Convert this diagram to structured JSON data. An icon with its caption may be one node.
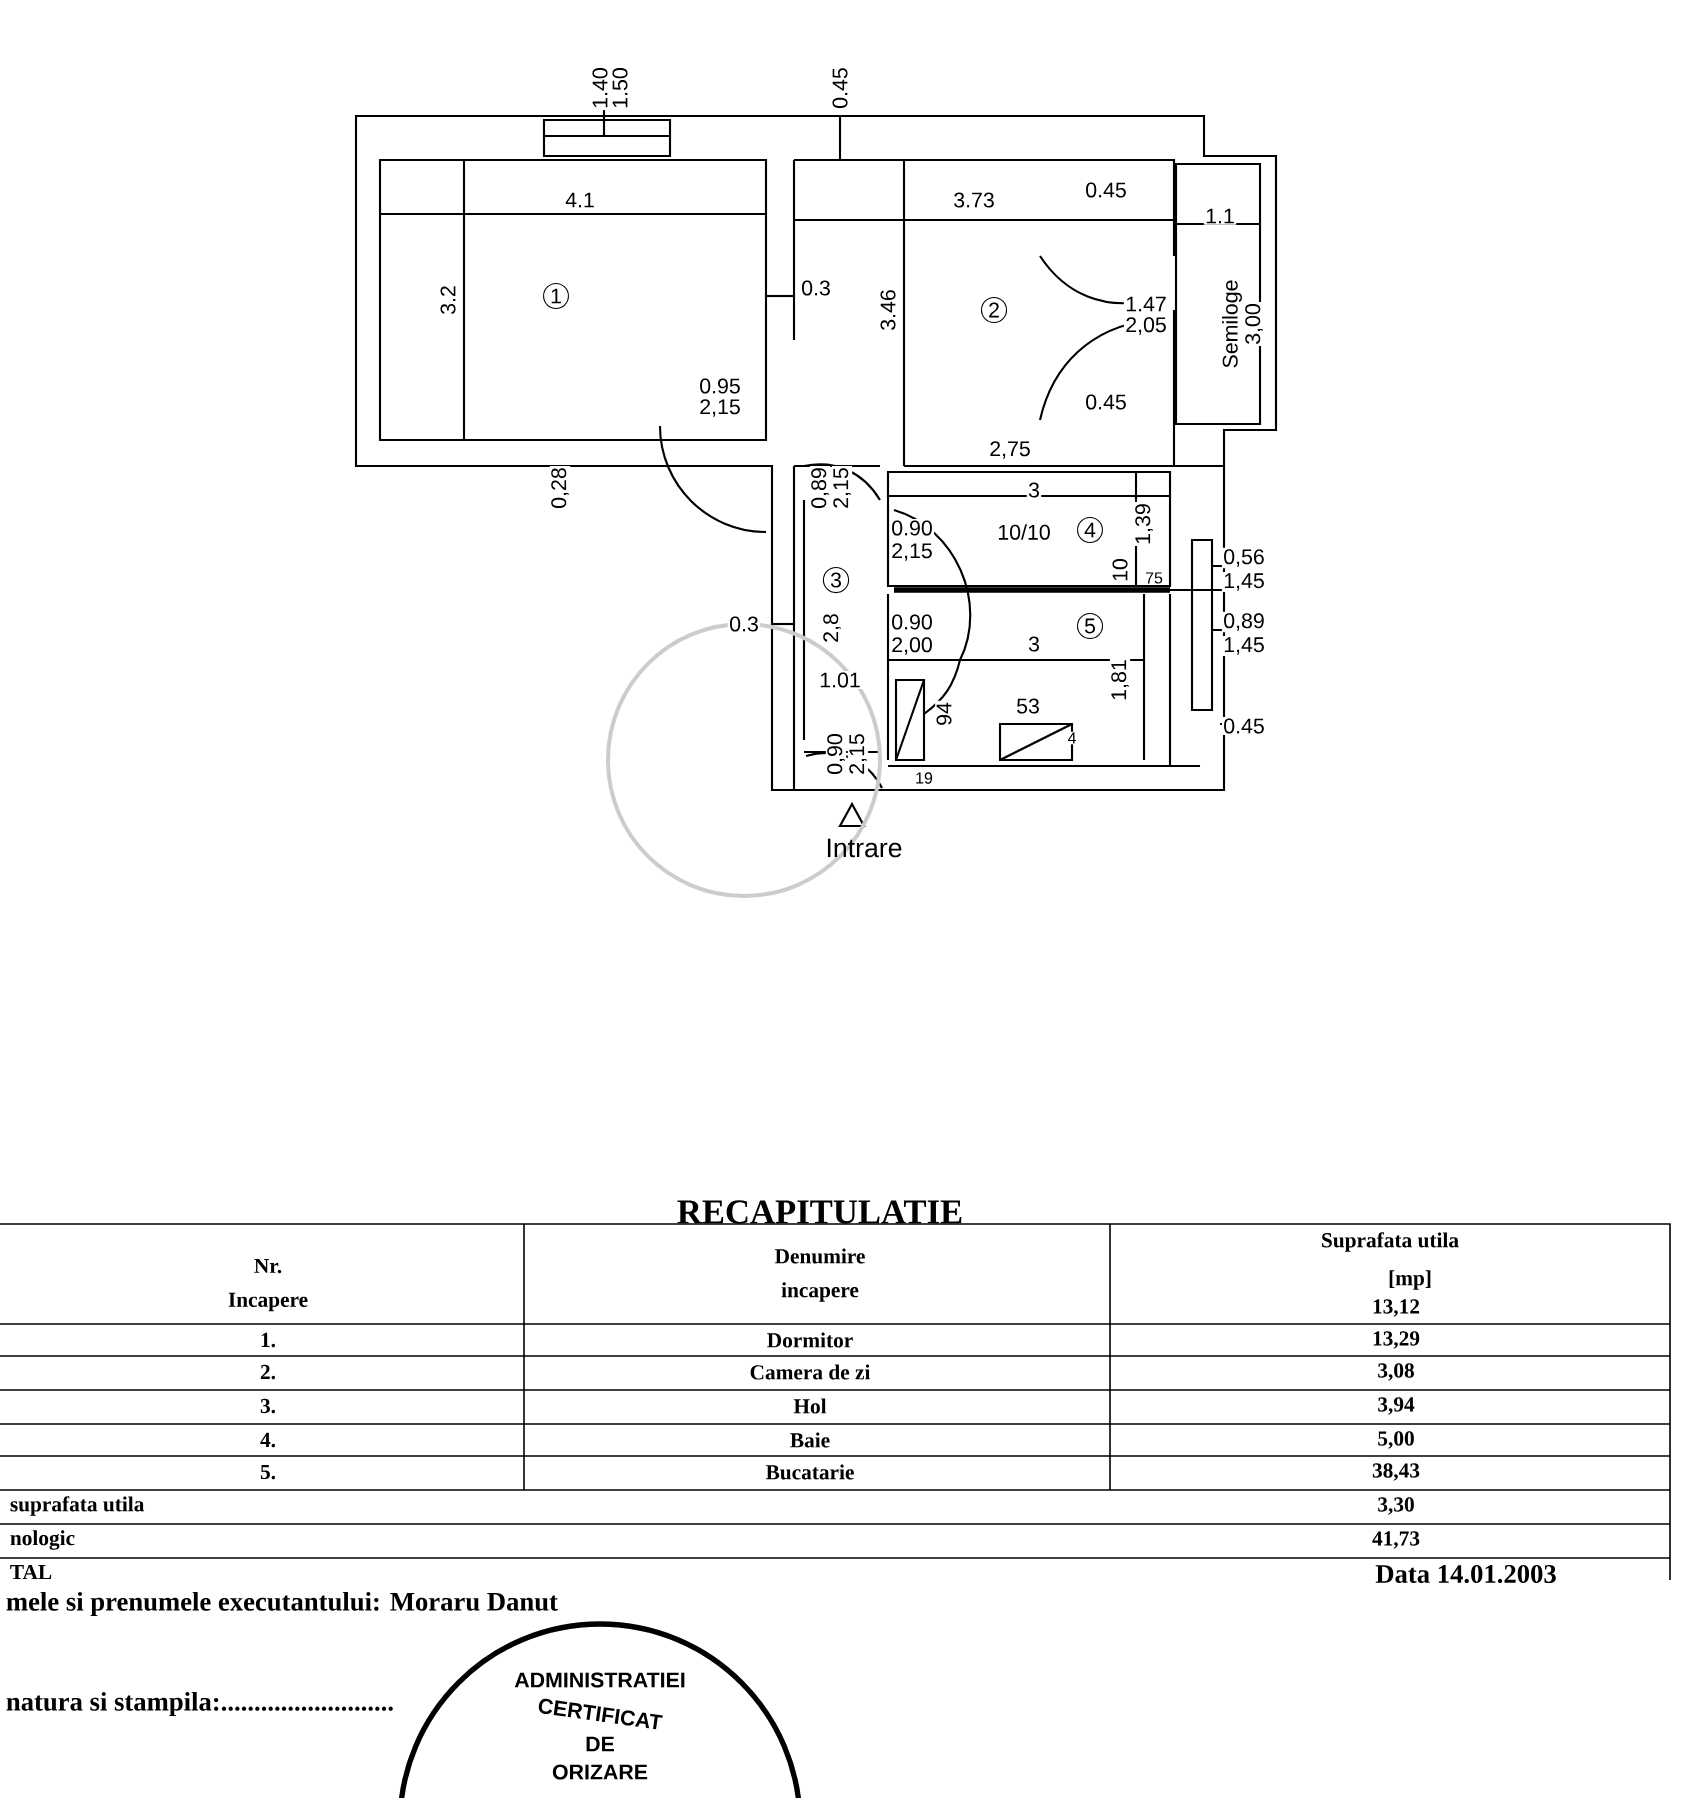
{
  "diagram": {
    "title": "RECAPITULATIE",
    "labels": [
      "1.40",
      "1.50",
      "0.45",
      "4.1",
      "3.73",
      "0.45",
      "1.1",
      "3.2",
      "1",
      "0.3",
      "3.46",
      "2",
      "1.47",
      "2,05",
      "Semiloge",
      "3,00",
      "0.95",
      "2,15",
      "0.45",
      "2,75",
      "0,28",
      "0,89",
      "2,15",
      "3",
      "0.90",
      "2,15",
      "10/10",
      "4",
      "1,39",
      "10",
      "75",
      "3",
      "0,56",
      "1,45",
      "0.3",
      "2,8",
      "0.90",
      "2,00",
      "5",
      "3",
      "0,89",
      "1,45",
      "1.01",
      "1,81",
      "53",
      "94",
      "4",
      "0.45",
      "0,90",
      "2,15",
      "19",
      "Intrare",
      "Nr.",
      "Incapere",
      "Denumire",
      "incapere",
      "Suprafata utila",
      "[mp]",
      "Dormitor",
      "13,12",
      "1.",
      "Camera de zi",
      "13,29",
      "2.",
      "Hol",
      "3,08",
      "3.",
      "Baie",
      "3,94",
      "4.",
      "Bucatarie",
      "5,00",
      "5.",
      "38,43",
      "suprafata utila",
      "3,30",
      "nologic",
      "41,73",
      "TAL",
      "Data 14.01.2003",
      "mele si prenumele executantului: Moraru Danut",
      "natura si stampila:..........................",
      "ADMINISTRATIEI",
      "CERTIFICAT",
      "DE",
      "ORIZARE"
    ]
  }
}
